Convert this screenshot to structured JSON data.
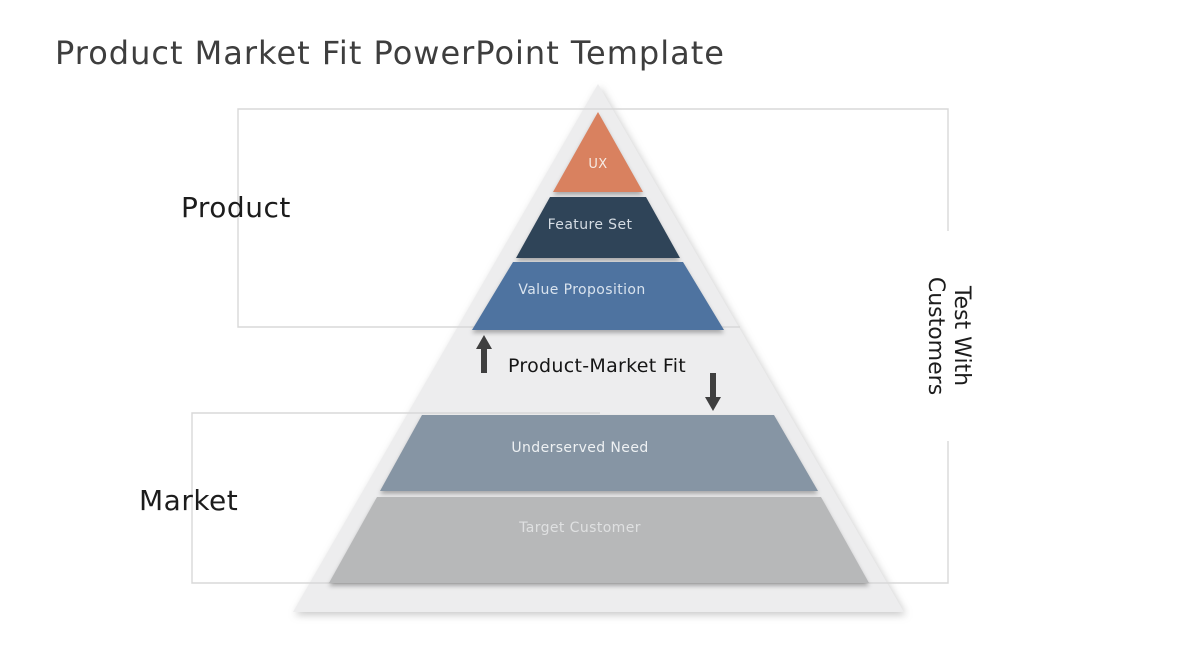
{
  "title": "Product Market Fit PowerPoint Template",
  "groups": {
    "product": {
      "label": "Product"
    },
    "market": {
      "label": "Market"
    }
  },
  "pyramid": {
    "background_color": "#EDEDEE",
    "layers": [
      {
        "id": "ux",
        "label": "UX",
        "color": "#D9815F",
        "text_color": "#F6EBE4"
      },
      {
        "id": "feature-set",
        "label": "Feature Set",
        "color": "#2F4458",
        "text_color": "#D5DCE3"
      },
      {
        "id": "value-proposition",
        "label": "Value Proposition",
        "color": "#4E73A0",
        "text_color": "#D9E3EE"
      },
      {
        "id": "underserved-need",
        "label": "Underserved Need",
        "color": "#8695A4",
        "text_color": "#EEF1F3"
      },
      {
        "id": "target-customer",
        "label": "Target Customer",
        "color": "#B7B8B9",
        "text_color": "#DFE0E1"
      }
    ]
  },
  "annotations": {
    "product_market_fit": "Product-Market Fit",
    "test_with_customers": {
      "line1": "Test With",
      "line2": "Customers"
    }
  },
  "colors": {
    "frame_border": "#D8D8D8",
    "arrow": "#3F3F3F",
    "title_text": "#3E3E3E"
  }
}
